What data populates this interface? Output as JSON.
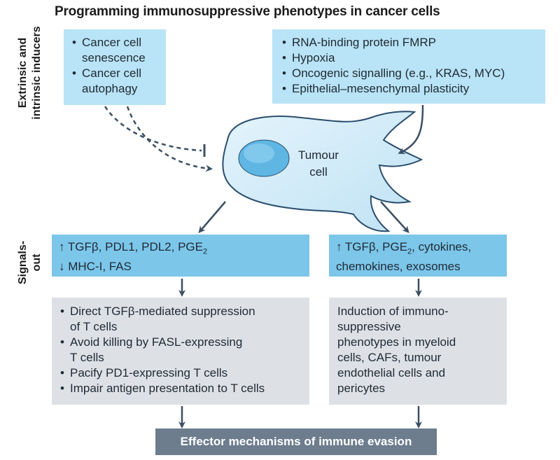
{
  "title": "Programming immunosuppressive phenotypes in cancer cells",
  "side_labels": {
    "top_line1": "Extrinsic and",
    "top_line2": "intrinsic inducers",
    "bottom_line1": "Signals-",
    "bottom_line2": "out"
  },
  "inducers_left": [
    "Cancer cell senescence",
    "Cancer cell autophagy"
  ],
  "inducers_left_lines": [
    [
      "Cancer cell",
      "senescence"
    ],
    [
      "Cancer cell",
      "autophagy"
    ]
  ],
  "inducers_right": [
    "RNA-binding protein FMRP",
    "Hypoxia",
    "Oncogenic signalling (e.g., KRAS, MYC)",
    "Epithelial–mesenchymal plasticity"
  ],
  "tumour_cell": {
    "line1": "Tumour",
    "line2": "cell"
  },
  "signals_left": {
    "line1_prefix": "↑ TGFβ, PDL1, PDL2, PGE",
    "line1_sub": "2",
    "line2": "↓ MHC-I, FAS"
  },
  "signals_right": {
    "line1_prefix": "↑ TGFβ, PGE",
    "line1_sub": "2",
    "line1_suffix": ", cytokines,",
    "line2": "chemokines, exosomes"
  },
  "effects_left": [
    [
      "Direct TGFβ-mediated suppression",
      "of T cells"
    ],
    [
      "Avoid killing by FASL-expressing",
      "T cells"
    ],
    [
      "Pacify PD1-expressing T cells"
    ],
    [
      "Impair antigen presentation to T cells"
    ]
  ],
  "effects_right_lines": [
    "Induction of immuno-",
    "suppressive",
    "phenotypes in myeloid",
    "cells, CAFs, tumour",
    "endothelial cells and",
    "pericytes"
  ],
  "footer": "Effector mechanisms of immune evasion",
  "colors": {
    "inducer_box": "#b9e3f6",
    "signal_box": "#7cc6ea",
    "effect_box": "#dde1e6",
    "footer_box": "#6d7d8e",
    "arrow": "#3c4f63",
    "cell_body": "#cfe9f7",
    "nucleus": "#5fb6e3"
  },
  "icons": {
    "inhibit_arrow": "inhibition-arrow-icon",
    "activate_arrow": "activation-arrow-icon"
  }
}
